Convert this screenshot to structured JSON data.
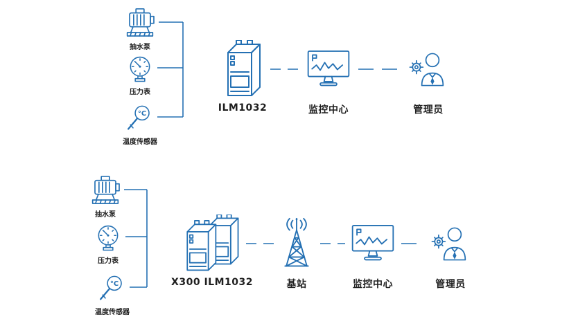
{
  "colors": {
    "icon": "#2470B3",
    "line": "#2470B3",
    "label": "#1F1F1F"
  },
  "icons": {
    "pump": "pump-icon",
    "gauge": "pressure-gauge-icon",
    "temperature": "temperature-sensor-icon",
    "gateway": "gateway-device-icon",
    "dual_gateway": "dual-gateway-device-icon",
    "base_station": "base-station-tower-icon",
    "monitor": "monitoring-center-screen-icon",
    "admin": "administrator-person-icon"
  },
  "top_flow": {
    "sensors": [
      {
        "label": "抽水泵"
      },
      {
        "label": "压力表"
      },
      {
        "label": "温度传感器"
      }
    ],
    "device_label": "ILM1032",
    "monitor_label": "监控中心",
    "admin_label": "管理员"
  },
  "bottom_flow": {
    "sensors": [
      {
        "label": "抽水泵"
      },
      {
        "label": "压力表"
      },
      {
        "label": "温度传感器"
      }
    ],
    "device_label": "X300 ILM1032",
    "station_label": "基站",
    "monitor_label": "监控中心",
    "admin_label": "管理员"
  }
}
